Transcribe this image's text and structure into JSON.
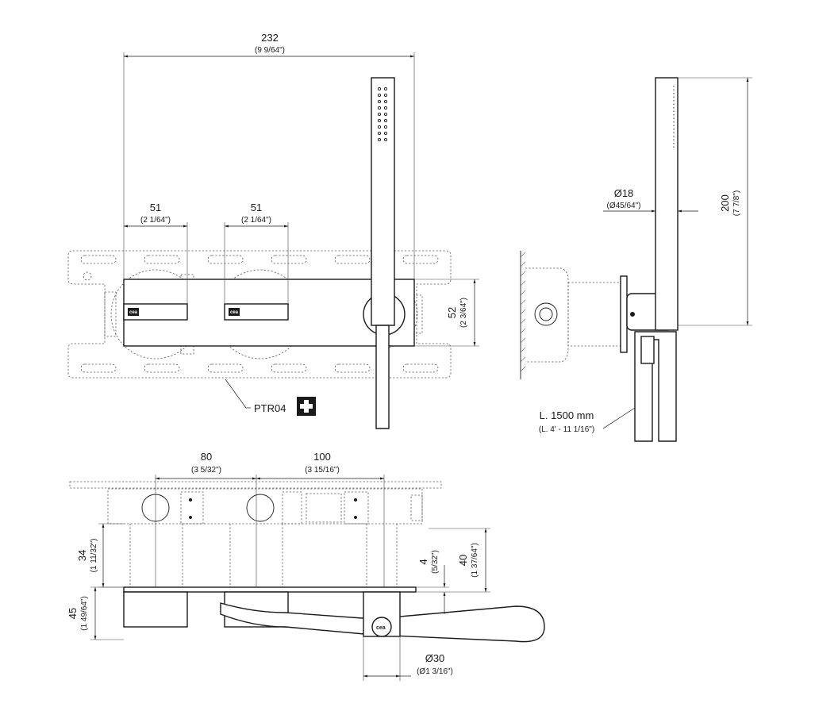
{
  "dimensions": {
    "overall_width": {
      "value": "232",
      "inch": "(9 9/64\")"
    },
    "handle_left": {
      "value": "51",
      "inch": "(2 1/64\")"
    },
    "handle_right": {
      "value": "51",
      "inch": "(2 1/64\")"
    },
    "plate_height": {
      "value": "52",
      "inch": "(2 3/64\")"
    },
    "hose_diameter": {
      "value": "Ø18",
      "inch": "(Ø45/64\")"
    },
    "shower_height": {
      "value": "200",
      "inch": "(7 7/8\")"
    },
    "hose_length": {
      "value": "L. 1500 mm",
      "inch": "(L. 4' - 11 1/16\")"
    },
    "spacing_a": {
      "value": "80",
      "inch": "(3 5/32\")"
    },
    "spacing_b": {
      "value": "100",
      "inch": "(3 15/16\")"
    },
    "depth_34": {
      "value": "34",
      "inch": "(1 11/32\")"
    },
    "depth_45": {
      "value": "45",
      "inch": "(1 49/64\")"
    },
    "depth_4": {
      "value": "4",
      "inch": "(5/32\")"
    },
    "depth_40": {
      "value": "40",
      "inch": "(1 37/64\")"
    },
    "outlet_diameter": {
      "value": "Ø30",
      "inch": "(Ø1 3/16\")"
    }
  },
  "callout": {
    "label": "PTR04",
    "icon": "plus-icon"
  },
  "logo_text": "cea"
}
